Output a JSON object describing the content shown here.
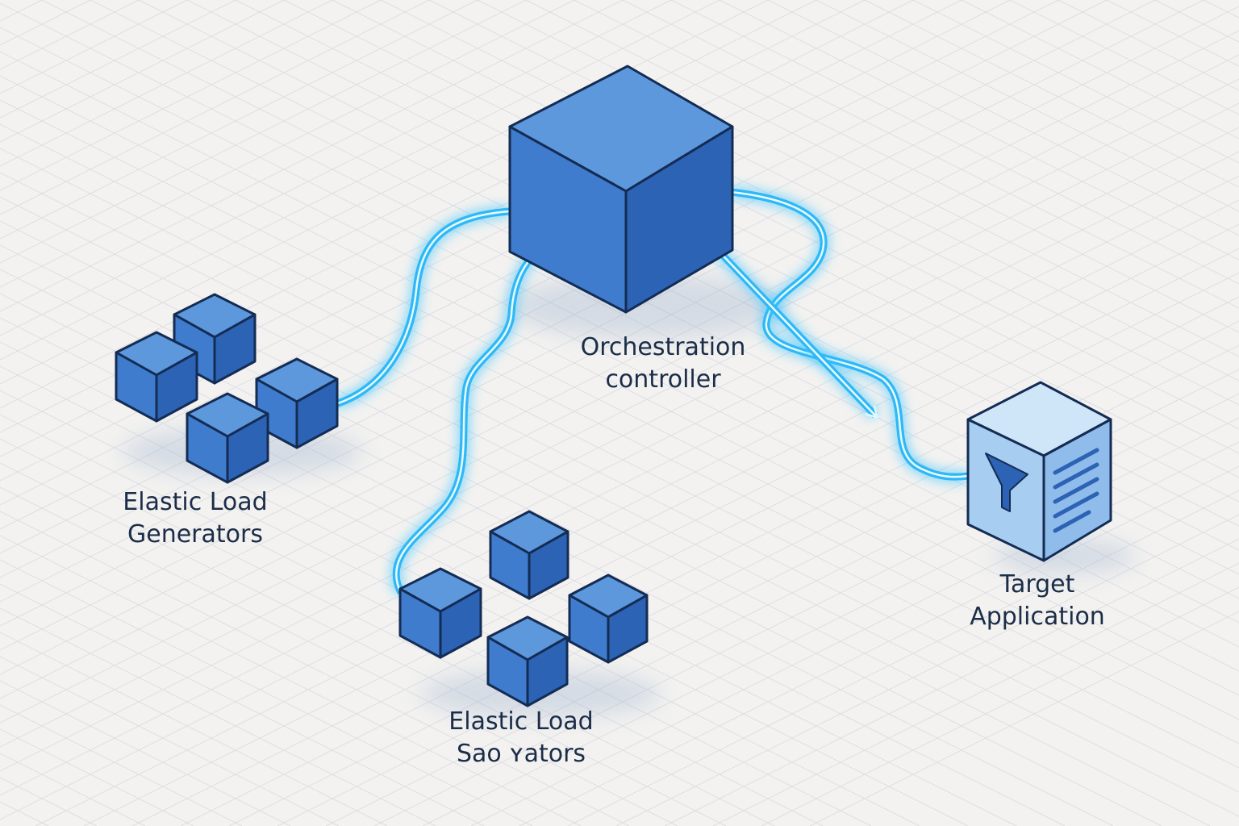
{
  "diagram": {
    "controller": {
      "label_line1": "Orchestration",
      "label_line2": "controller"
    },
    "generators": {
      "label_line1": "Elastic Load",
      "label_line2": "Generators"
    },
    "second_group": {
      "label_line1": "Elastic Load",
      "label_line2": "Sao ʏators"
    },
    "target": {
      "label_line1": "Target",
      "label_line2": "Application",
      "icon": "funnel-icon"
    }
  },
  "colors": {
    "background": "#f3f2f0",
    "grid": "#dcdde3",
    "cube_top": "#5d97dc",
    "cube_left": "#3f7ccd",
    "cube_right": "#2c63b4",
    "cube_edge": "#142c54",
    "flow_glow": "#37c4ff",
    "flow_core": "#e8fbff",
    "target_top": "#cfe6f9",
    "target_left": "#a7cdf1",
    "target_right": "#8fbcea",
    "label_text": "#1b2d48"
  }
}
